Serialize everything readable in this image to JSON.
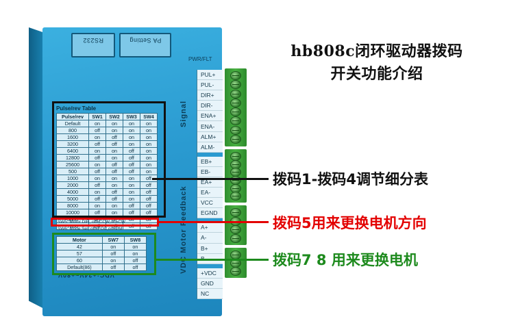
{
  "headline": {
    "line1": "hb808c闭环驱动器拨码",
    "line2": "开关功能介绍"
  },
  "annotations": {
    "black": "拨码1-拨码4调节细分表",
    "red": "拨码5用来更换电机方向",
    "green": "拨码7 8 用来更换电机"
  },
  "colors": {
    "driver_body": "#2a9ad0",
    "terminal_green": "#49b042",
    "annotation_black": "#111111",
    "annotation_red": "#e30000",
    "annotation_green": "#1d8a1d"
  },
  "driver": {
    "ports": [
      "RS232",
      "PA Setting"
    ],
    "pwr_led_label": "PWR/FLT",
    "signal_label": "Signal",
    "side_label": "VDC  Motor  Feedback",
    "vdc_label": "VDC:+24V~+80V",
    "pulse_table": {
      "title": "Pulse/rev Table",
      "headers": [
        "Pulse/rev",
        "SW1",
        "SW2",
        "SW3",
        "SW4"
      ],
      "rows": [
        [
          "Default",
          "on",
          "on",
          "on",
          "on"
        ],
        [
          "800",
          "off",
          "on",
          "on",
          "on"
        ],
        [
          "1600",
          "on",
          "off",
          "on",
          "on"
        ],
        [
          "3200",
          "off",
          "off",
          "on",
          "on"
        ],
        [
          "6400",
          "on",
          "on",
          "off",
          "on"
        ],
        [
          "12800",
          "off",
          "on",
          "off",
          "on"
        ],
        [
          "25600",
          "on",
          "off",
          "off",
          "on"
        ],
        [
          "500",
          "off",
          "off",
          "off",
          "on"
        ],
        [
          "1000",
          "on",
          "on",
          "on",
          "off"
        ],
        [
          "2000",
          "off",
          "on",
          "on",
          "off"
        ],
        [
          "4000",
          "on",
          "off",
          "on",
          "off"
        ],
        [
          "5000",
          "off",
          "off",
          "on",
          "off"
        ],
        [
          "8000",
          "on",
          "on",
          "off",
          "off"
        ],
        [
          "10000",
          "off",
          "on",
          "off",
          "off"
        ],
        [
          "3600",
          "on",
          "off",
          "off",
          "off"
        ],
        [
          "7200",
          "off",
          "off",
          "off",
          "off"
        ]
      ]
    },
    "sw5_note": "SW5: Motor DIR, off=CCW,on=CW",
    "sw6_note": "SW6: Mode Sel, off=FOC,on=PM",
    "motor_table": {
      "headers": [
        "Motor",
        "SW7",
        "SW8"
      ],
      "rows": [
        [
          "42",
          "on",
          "on"
        ],
        [
          "57",
          "off",
          "on"
        ],
        [
          "60",
          "on",
          "off"
        ],
        [
          "Default(86)",
          "off",
          "off"
        ]
      ]
    },
    "terminals": [
      "PUL+",
      "PUL-",
      "DIR+",
      "DIR-",
      "ENA+",
      "ENA-",
      "ALM+",
      "ALM-",
      "EB+",
      "EB-",
      "EA+",
      "EA-",
      "VCC",
      "EGND",
      "A+",
      "A-",
      "B+",
      "B-",
      "+VDC",
      "GND",
      "NC"
    ]
  }
}
